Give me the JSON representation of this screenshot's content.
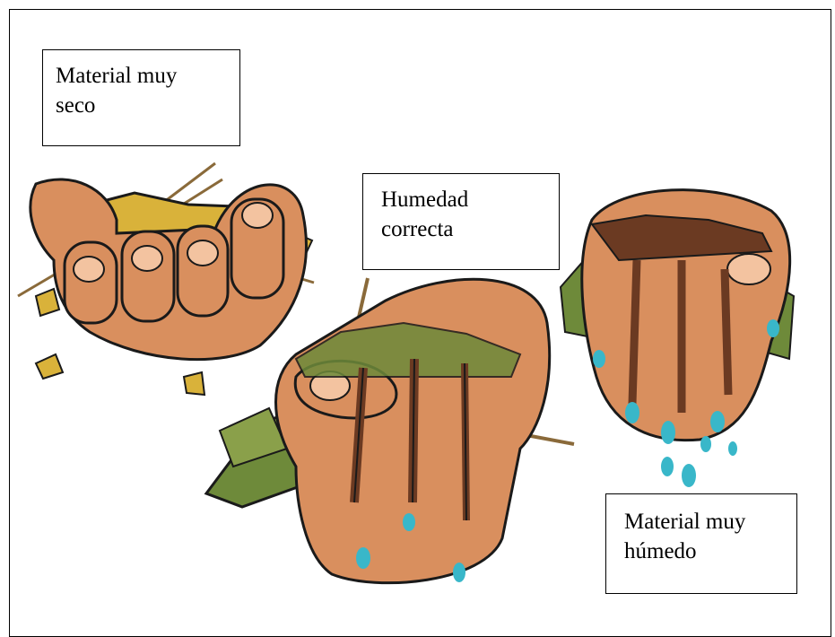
{
  "labels": {
    "dry": {
      "line1": "Material muy",
      "line2": "seco"
    },
    "right": {
      "line1": "Humedad",
      "line2": "correcta"
    },
    "wet": {
      "line1": "Material muy",
      "line2": "húmedo"
    }
  },
  "colors": {
    "skin": "#d98f5e",
    "skin_shadow": "#b5683d",
    "nail": "#f3c3a0",
    "outline": "#1a1a1a",
    "dry_material": "#d9b23a",
    "green_material": "#6e8a3a",
    "brown_material": "#6b3a22",
    "water": "#39b7c9"
  },
  "icons": [
    "hand-dry-icon",
    "hand-correct-icon",
    "hand-wet-icon",
    "water-drop-icon"
  ]
}
